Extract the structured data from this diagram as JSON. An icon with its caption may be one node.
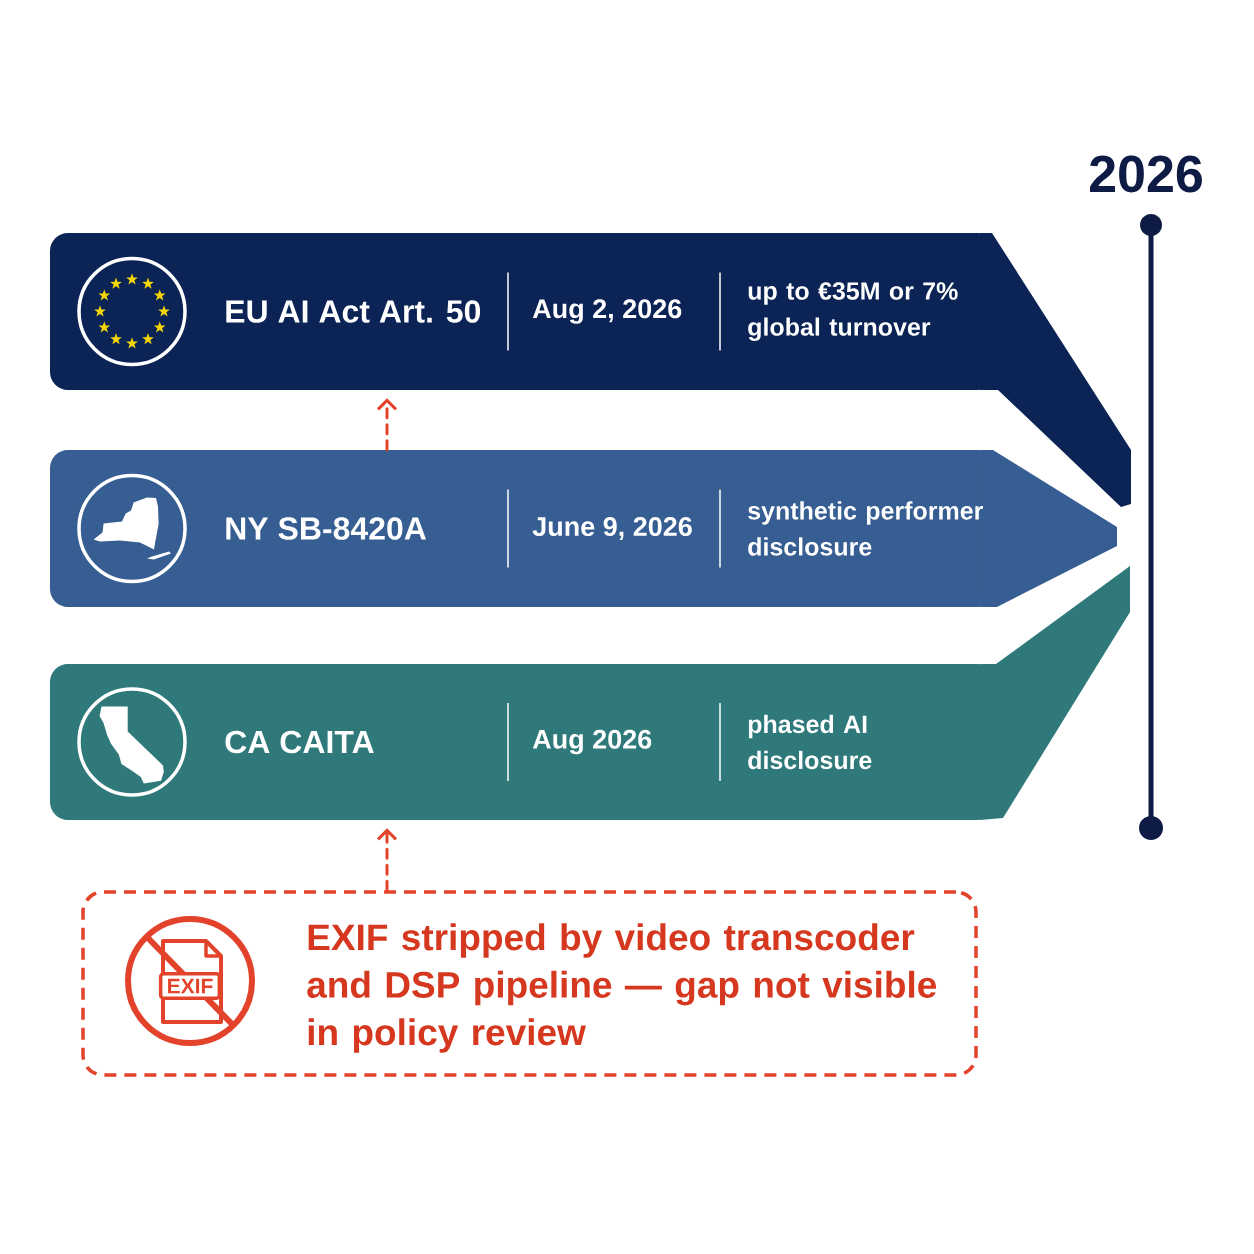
{
  "diagram": {
    "nodes": [
      {
        "text": [
          "EU AI Act Art. 50",
          "Aug 2, 2026",
          "up to €35M or 7% global turnover"
        ]
      },
      {
        "text": [
          "NY SB-8420A",
          "June 9, 2026",
          "synthetic performer disclosure"
        ]
      },
      {
        "text": [
          "CA CAITA",
          "Aug 2026",
          "phased AI disclosure"
        ]
      },
      {
        "text": [
          "EXIF stripped by video transcoder and DSP pipeline — gap not visible in policy review"
        ]
      }
    ],
    "edges": [
      {
        "from": 1,
        "to": 0,
        "arrow": "to",
        "style": "dashed",
        "color": "#e2432a"
      },
      {
        "from": 3,
        "to": 2,
        "arrow": "to",
        "style": "dashed",
        "color": "#e2432a"
      }
    ],
    "labels": [
      "2026",
      "EXIF"
    ]
  }
}
